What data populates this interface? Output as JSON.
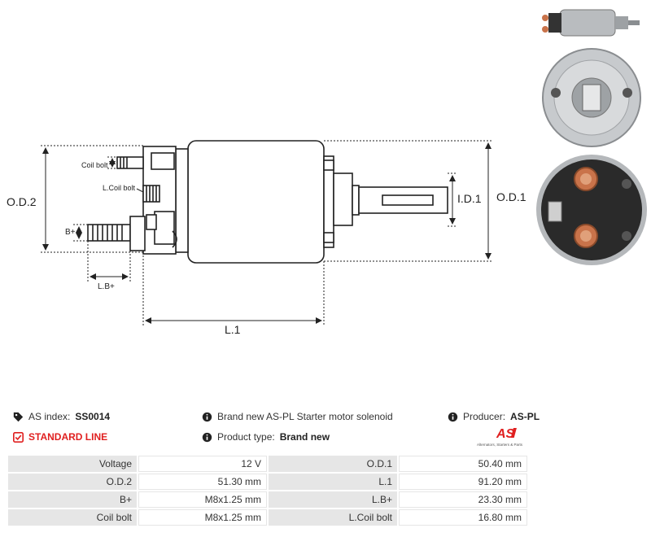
{
  "drawing": {
    "labels": {
      "od2": "O.D.2",
      "od1": "O.D.1",
      "id1": "I.D.1",
      "l1": "L.1",
      "lbplus": "L.B+",
      "bplus": "B+",
      "coil_bolt": "Coil bolt",
      "lcoil_bolt": "L.Coil bolt"
    }
  },
  "info": {
    "index_label": "AS index:",
    "index_value": "SS0014",
    "standard_line": "STANDARD LINE",
    "description": "Brand new AS-PL Starter motor solenoid",
    "product_type_label": "Product type:",
    "product_type_value": "Brand new",
    "producer_label": "Producer:",
    "producer_value": "AS-PL"
  },
  "logo": {
    "mark": "AS",
    "tagline": "Alternators, Starters & Parts"
  },
  "specs": [
    {
      "k1": "Voltage",
      "v1": "12 V",
      "k2": "O.D.1",
      "v2": "50.40 mm"
    },
    {
      "k1": "O.D.2",
      "v1": "51.30 mm",
      "k2": "L.1",
      "v2": "91.20 mm"
    },
    {
      "k1": "B+",
      "v1": "M8x1.25 mm",
      "k2": "L.B+",
      "v2": "23.30 mm"
    },
    {
      "k1": "Coil bolt",
      "v1": "M8x1.25 mm",
      "k2": "L.Coil bolt",
      "v2": "16.80 mm"
    }
  ],
  "colors": {
    "accent_red": "#e02020",
    "table_key_bg": "#e6e6e6"
  }
}
